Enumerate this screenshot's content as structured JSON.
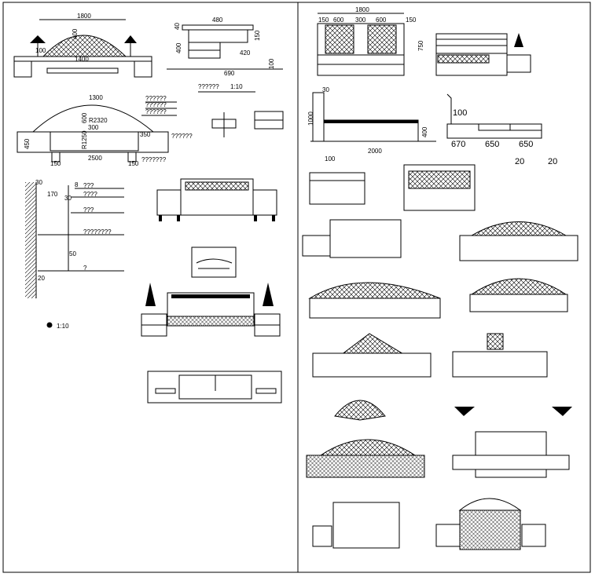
{
  "title": "Bed elevations CAD sheet",
  "left_panel": {
    "bed_front_elevation": {
      "width_dim": "1800",
      "inner_dim": "1400",
      "lamp_dim": "100",
      "center_dim": "400"
    },
    "side_table_elevation": {
      "top_dim": "480",
      "top_thick": "40",
      "height_dim": "400",
      "drawer_dim": "150",
      "shelf_dim": "420",
      "base_dim": "100",
      "bottom_dim": "690"
    },
    "scale_note": {
      "label": "??????",
      "scale": "1:10"
    },
    "bed_arch_elevation": {
      "arch_dim": "1300",
      "height_dim": "600",
      "r_dim": "R2320",
      "center_dim": "300",
      "side_dim": "350",
      "leg_height": "450",
      "inner_dim": "R1250",
      "total_dim": "2500",
      "leg_left": "150",
      "leg_right": "150",
      "leaders": [
        "??????",
        "??????",
        "??????",
        "??????",
        "???????"
      ]
    },
    "section_detail": {
      "dims": [
        "30",
        "170",
        "8",
        "30",
        "50",
        "20"
      ],
      "leaders": [
        "???",
        "????",
        "???",
        "????????",
        "?"
      ],
      "scale": "1:10"
    }
  },
  "right_panel": {
    "headboard_front": {
      "total": "1800",
      "segments": [
        "150",
        "600",
        "300",
        "600",
        "150"
      ],
      "height": "750"
    },
    "bed_side": {
      "top": "30",
      "height": "1000",
      "rail": "400",
      "length": "2000",
      "foot": "100"
    },
    "bed_plan_side": {
      "head": "100",
      "segments": [
        "670",
        "650",
        "650"
      ],
      "gap_a": "20",
      "gap_b": "20"
    }
  }
}
